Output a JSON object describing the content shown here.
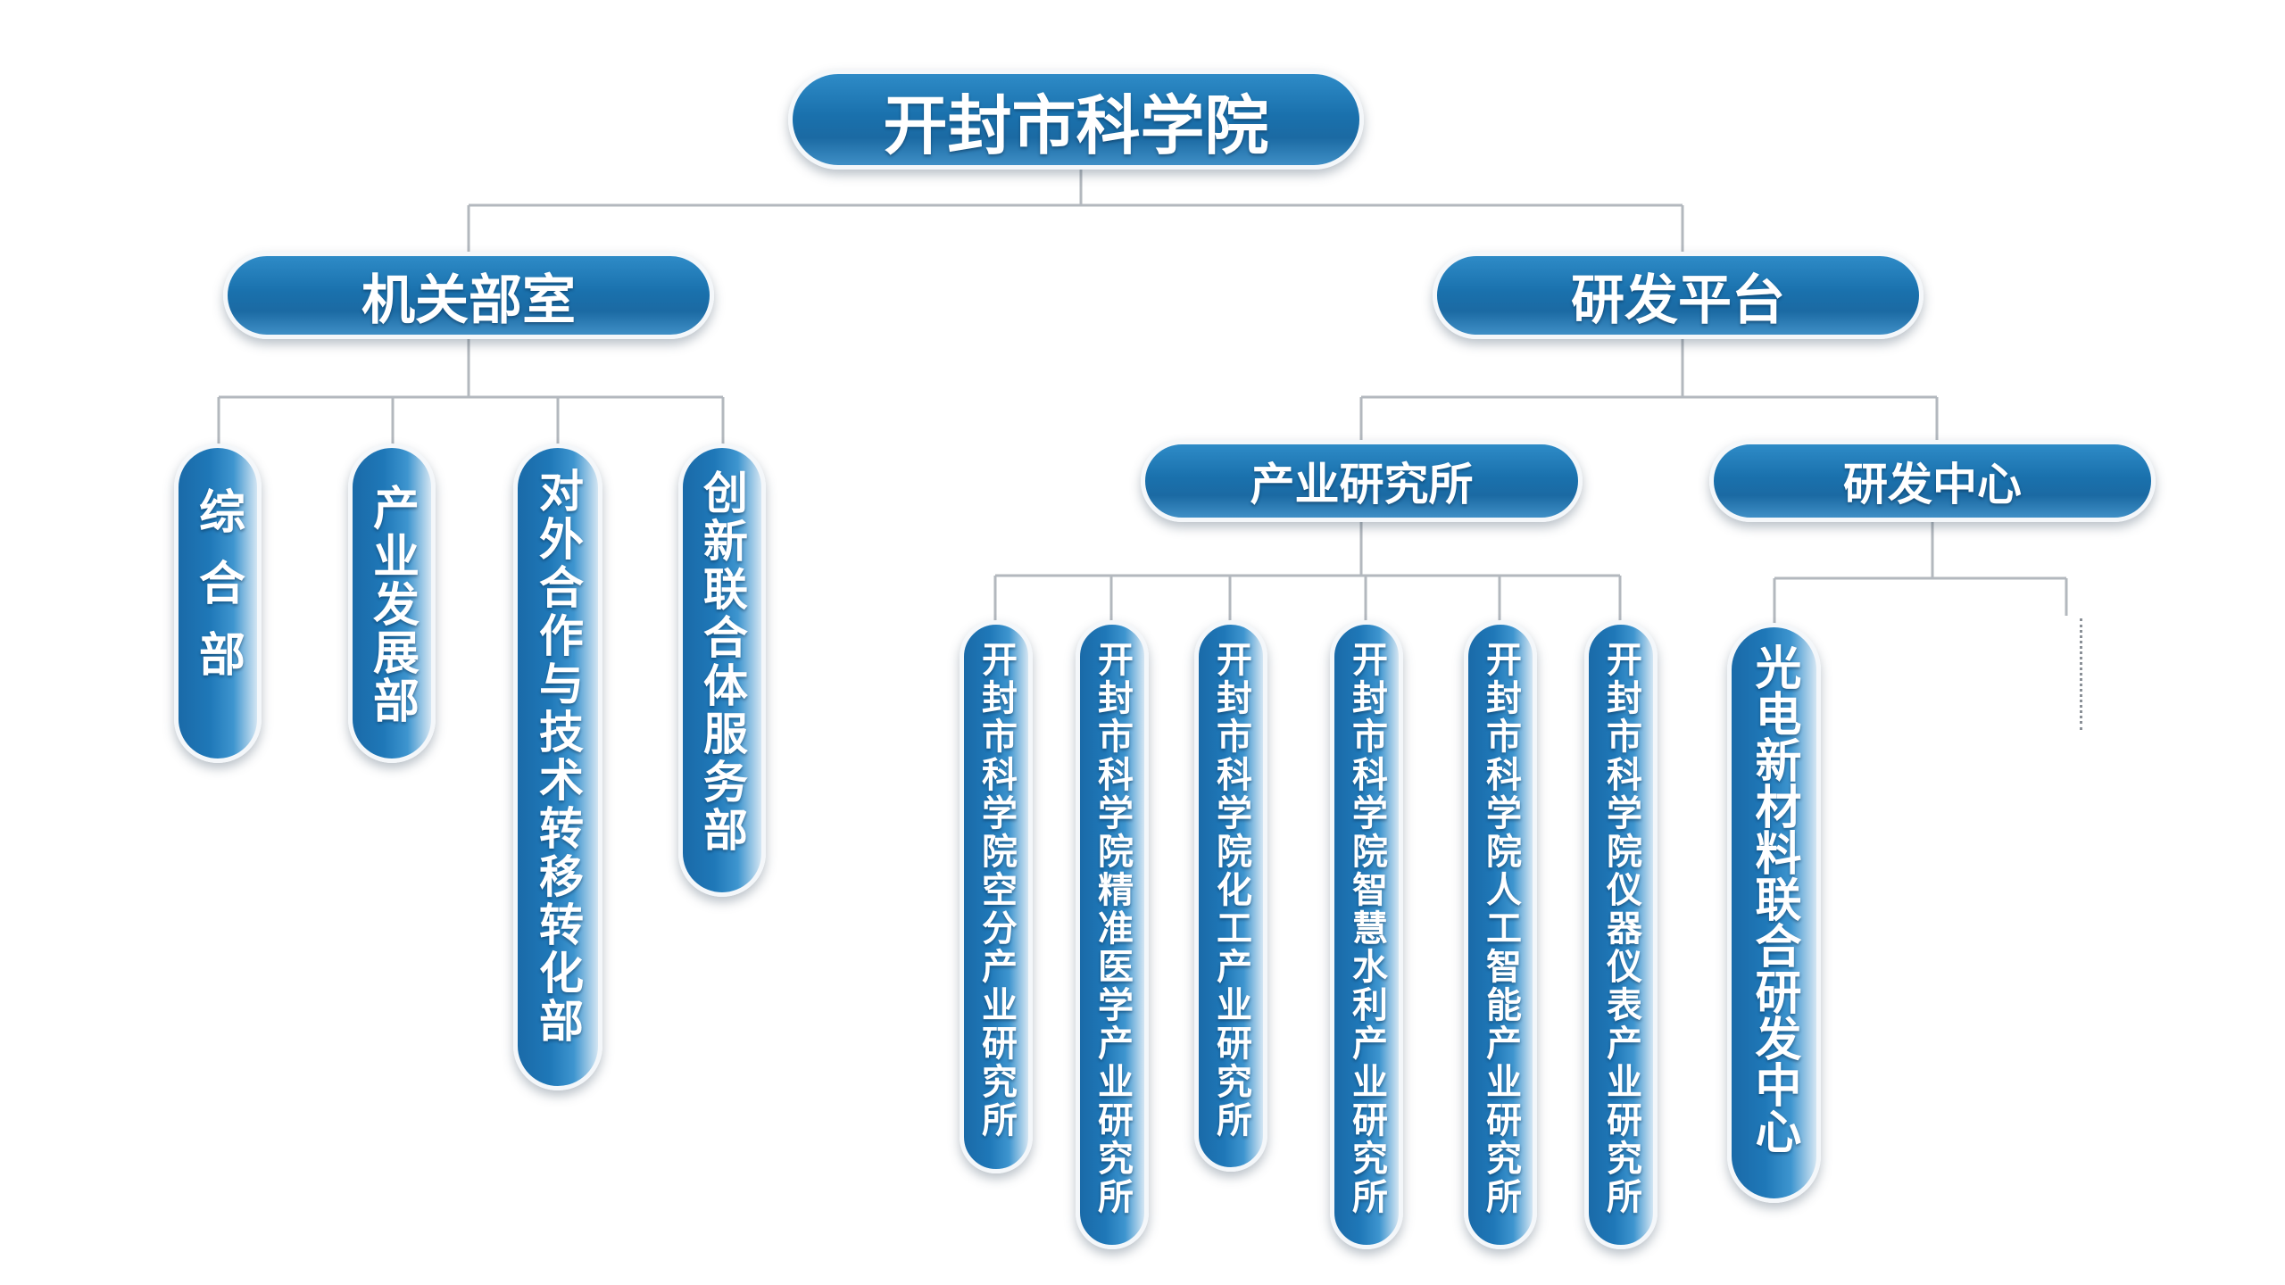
{
  "org": {
    "root": "开封市科学院",
    "branches": [
      {
        "label": "机关部室",
        "children": [
          "综合部",
          "产业发展部",
          "对外合作与技术转移转化部",
          "创新联合体服务部"
        ]
      },
      {
        "label": "研发平台",
        "subgroups": [
          {
            "label": "产业研究所",
            "children": [
              "开封市科学院空分产业研究所",
              "开封市科学院精准医学产业研究所",
              "开封市科学院化工产业研究所",
              "开封市科学院智慧水利产业研究所",
              "开封市科学院人工智能产业研究所",
              "开封市科学院仪器仪表产业研究所"
            ]
          },
          {
            "label": "研发中心",
            "children": [
              "光电新材料联合研发中心"
            ],
            "continuation": "more-items-ellipsis"
          }
        ]
      }
    ]
  },
  "colors": {
    "pill": "#1f74b2",
    "pill_light": "#d4e6f3",
    "connector": "#b3b8be",
    "border": "#f4f7fa"
  }
}
